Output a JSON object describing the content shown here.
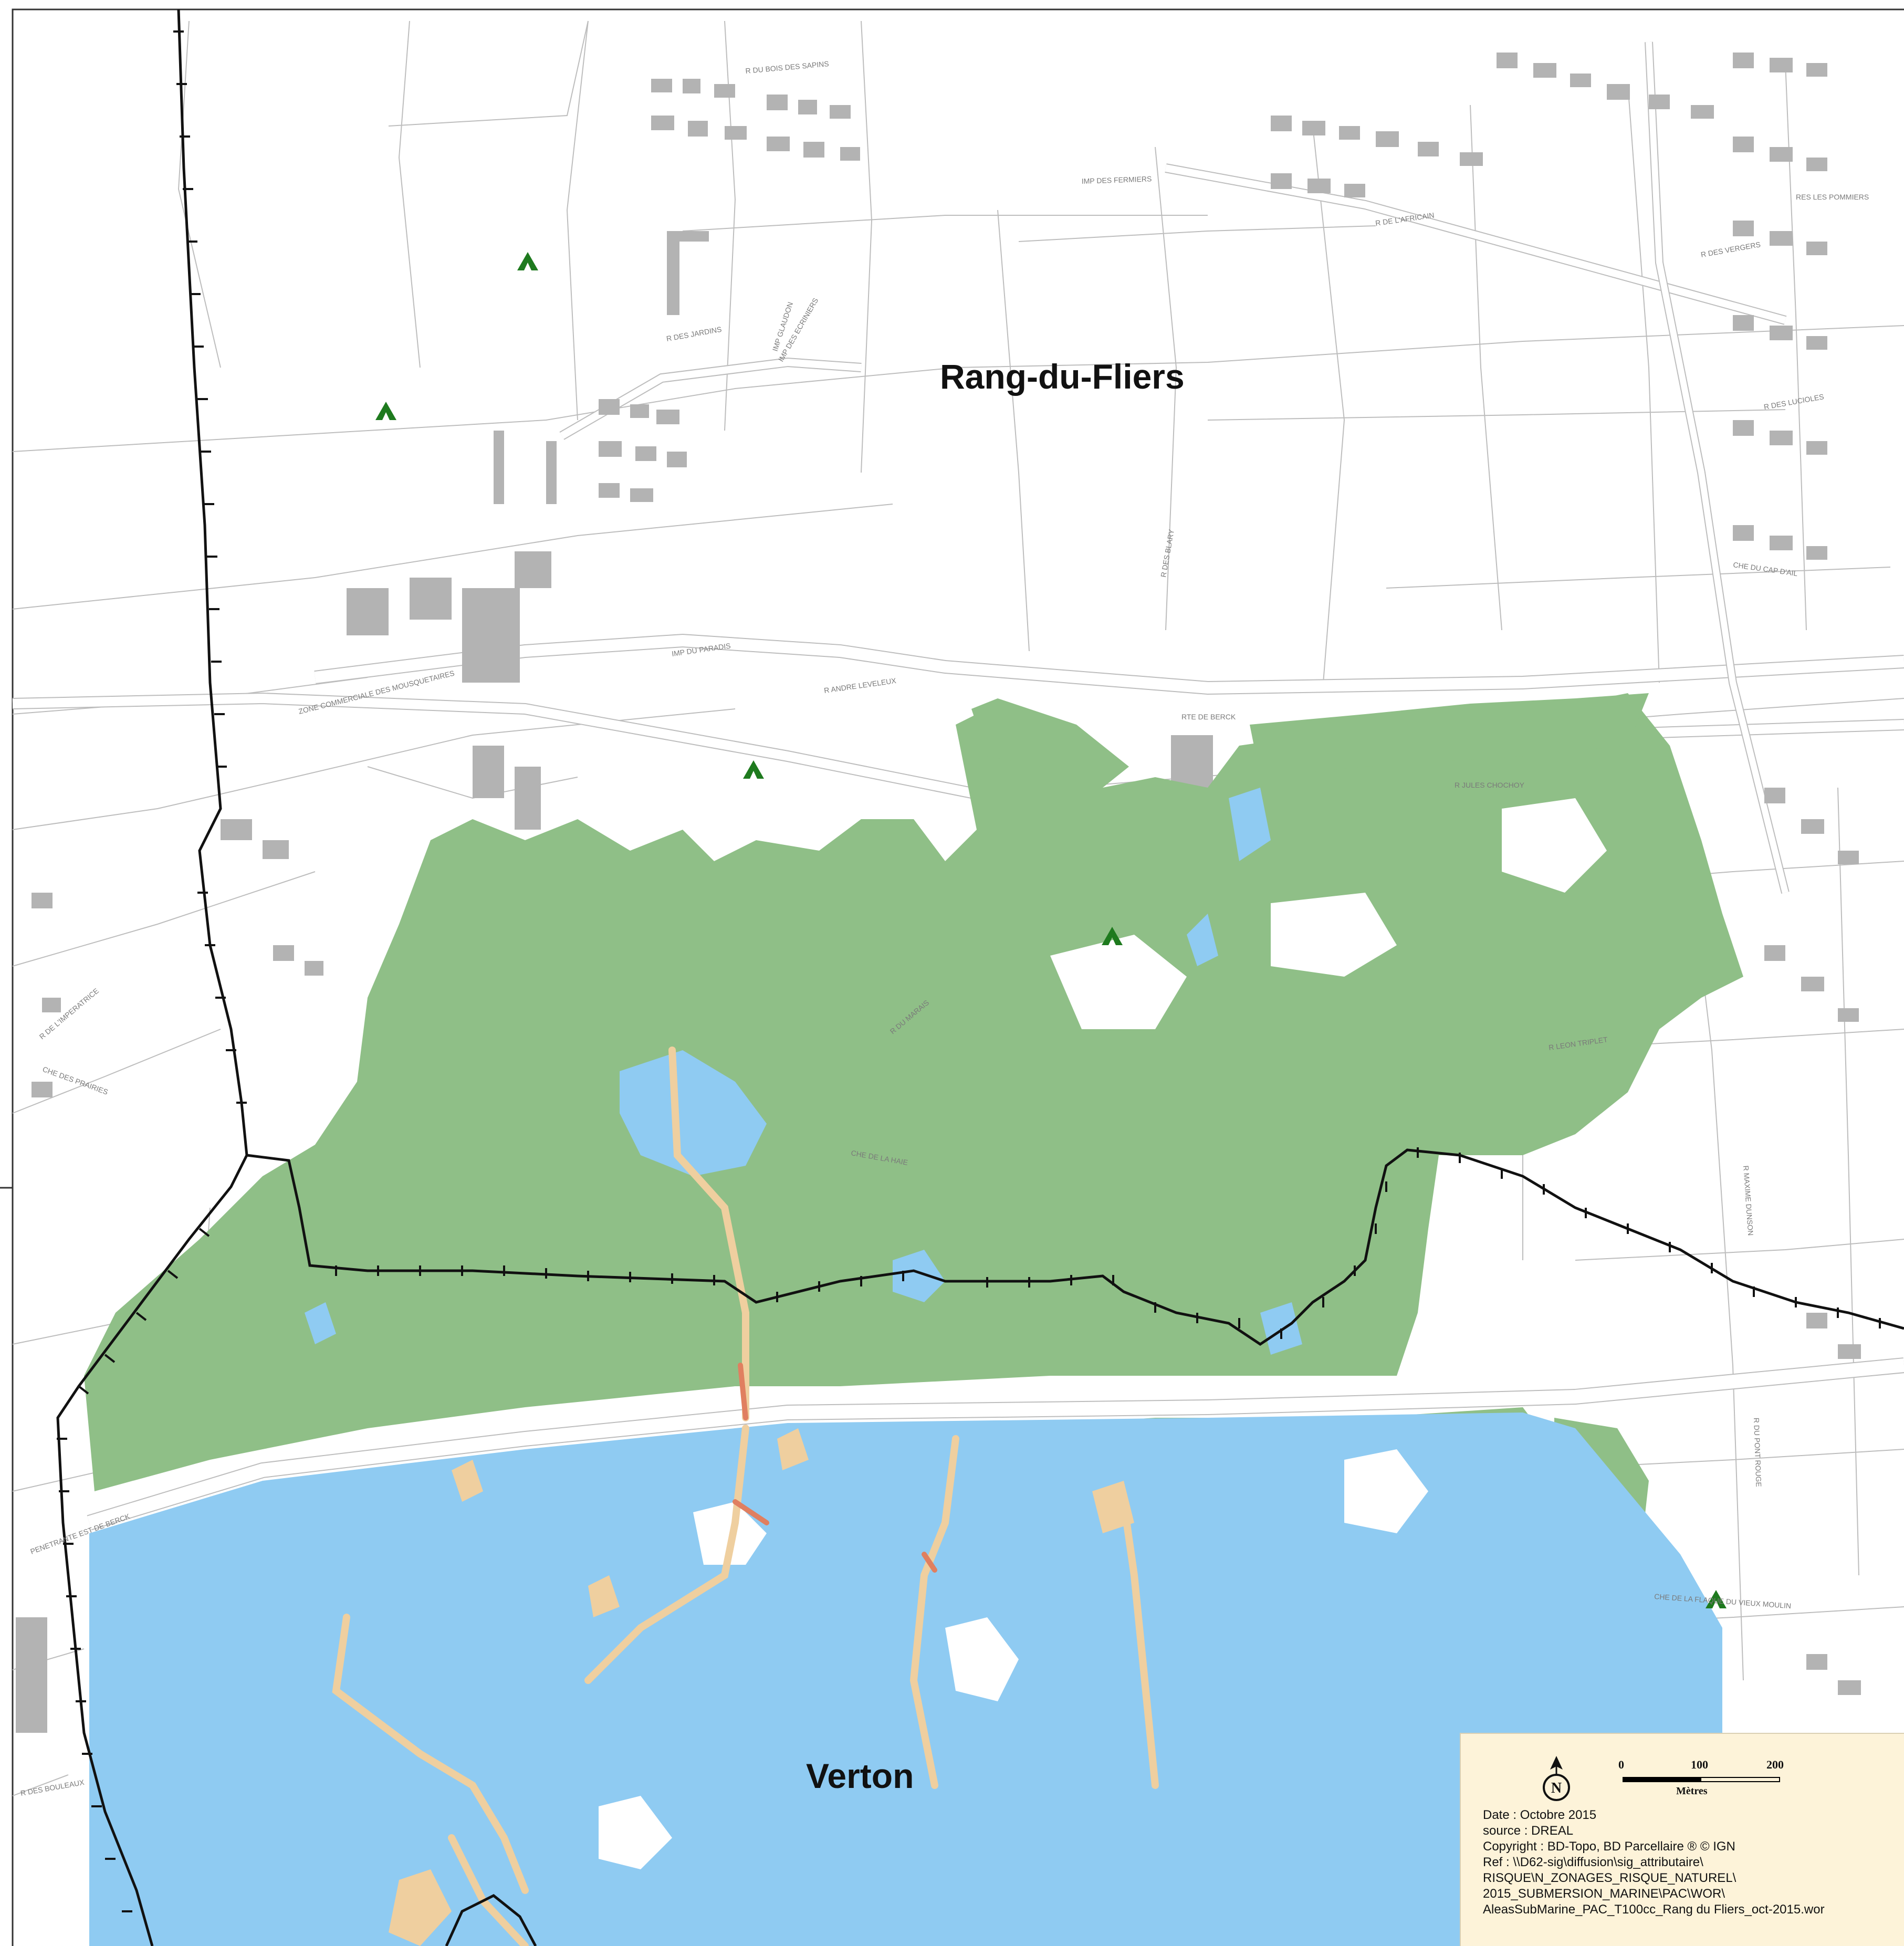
{
  "map": {
    "towns": [
      {
        "name": "Rang-du-Fliers"
      },
      {
        "name": "Verton"
      }
    ],
    "streets": [
      "R DU BOIS DES SAPINS",
      "IMP DES FERMIERS",
      "R DE L'AFRICAIN",
      "RES LES POMMIERS",
      "R DES VERGERS",
      "IMP DES ECRINIERS",
      "R DES JARDINS",
      "IMP GLAUDON",
      "ZONE COMMERCIALE DES MOUSQUETAIRES",
      "IMP DU PARADIS",
      "R ANDRE LEVELEUX",
      "RTE DE BERCK",
      "R JULES CHOCHOY",
      "R DE L'IMPERATRICE",
      "R LEON TRIPLET",
      "CHE DU CAP D'AIL",
      "R DES LUCIOLES",
      "R DU PONT ROUGE",
      "R MAXIME DUNSON",
      "CHE DE LA FLAQUE DU VIEUX MOULIN",
      "R DES BOULEAUX",
      "PENETRANTE EST DE BERCK",
      "CHE DES PRAIRIES",
      "R DES BLARY",
      "CHE DE LA HAIE",
      "R DU MARAIS"
    ],
    "colors": {
      "background": "#ffffff",
      "parcel_lines": "#bdbdbd",
      "buildings": "#b3b3b3",
      "hazard_low": "#8fbf87",
      "hazard_medium": "#8fcbf2",
      "hazard_high": "#efcf9f",
      "hazard_very_high": "#e07f60",
      "boundary": "#111111",
      "tree_symbol": "#1e7a1e"
    },
    "symbols": [
      "tree-icon",
      "north-arrow-icon",
      "scale-bar"
    ]
  },
  "legend": {
    "scale": {
      "ticks": [
        "0",
        "100",
        "200"
      ],
      "unit": "Mètres"
    },
    "north_label": "N",
    "date": "Date : Octobre 2015",
    "source": "source : DREAL",
    "copyright": "Copyright : BD-Topo, BD Parcellaire ® © IGN",
    "ref": [
      "Ref : \\\\D62-sig\\diffusion\\sig_attributaire\\",
      "RISQUE\\N_ZONAGES_RISQUE_NATUREL\\",
      "2015_SUBMERSION_MARINE\\PAC\\WOR\\",
      "AleasSubMarine_PAC_T100cc_Rang du Fliers_oct-2015.wor"
    ]
  }
}
